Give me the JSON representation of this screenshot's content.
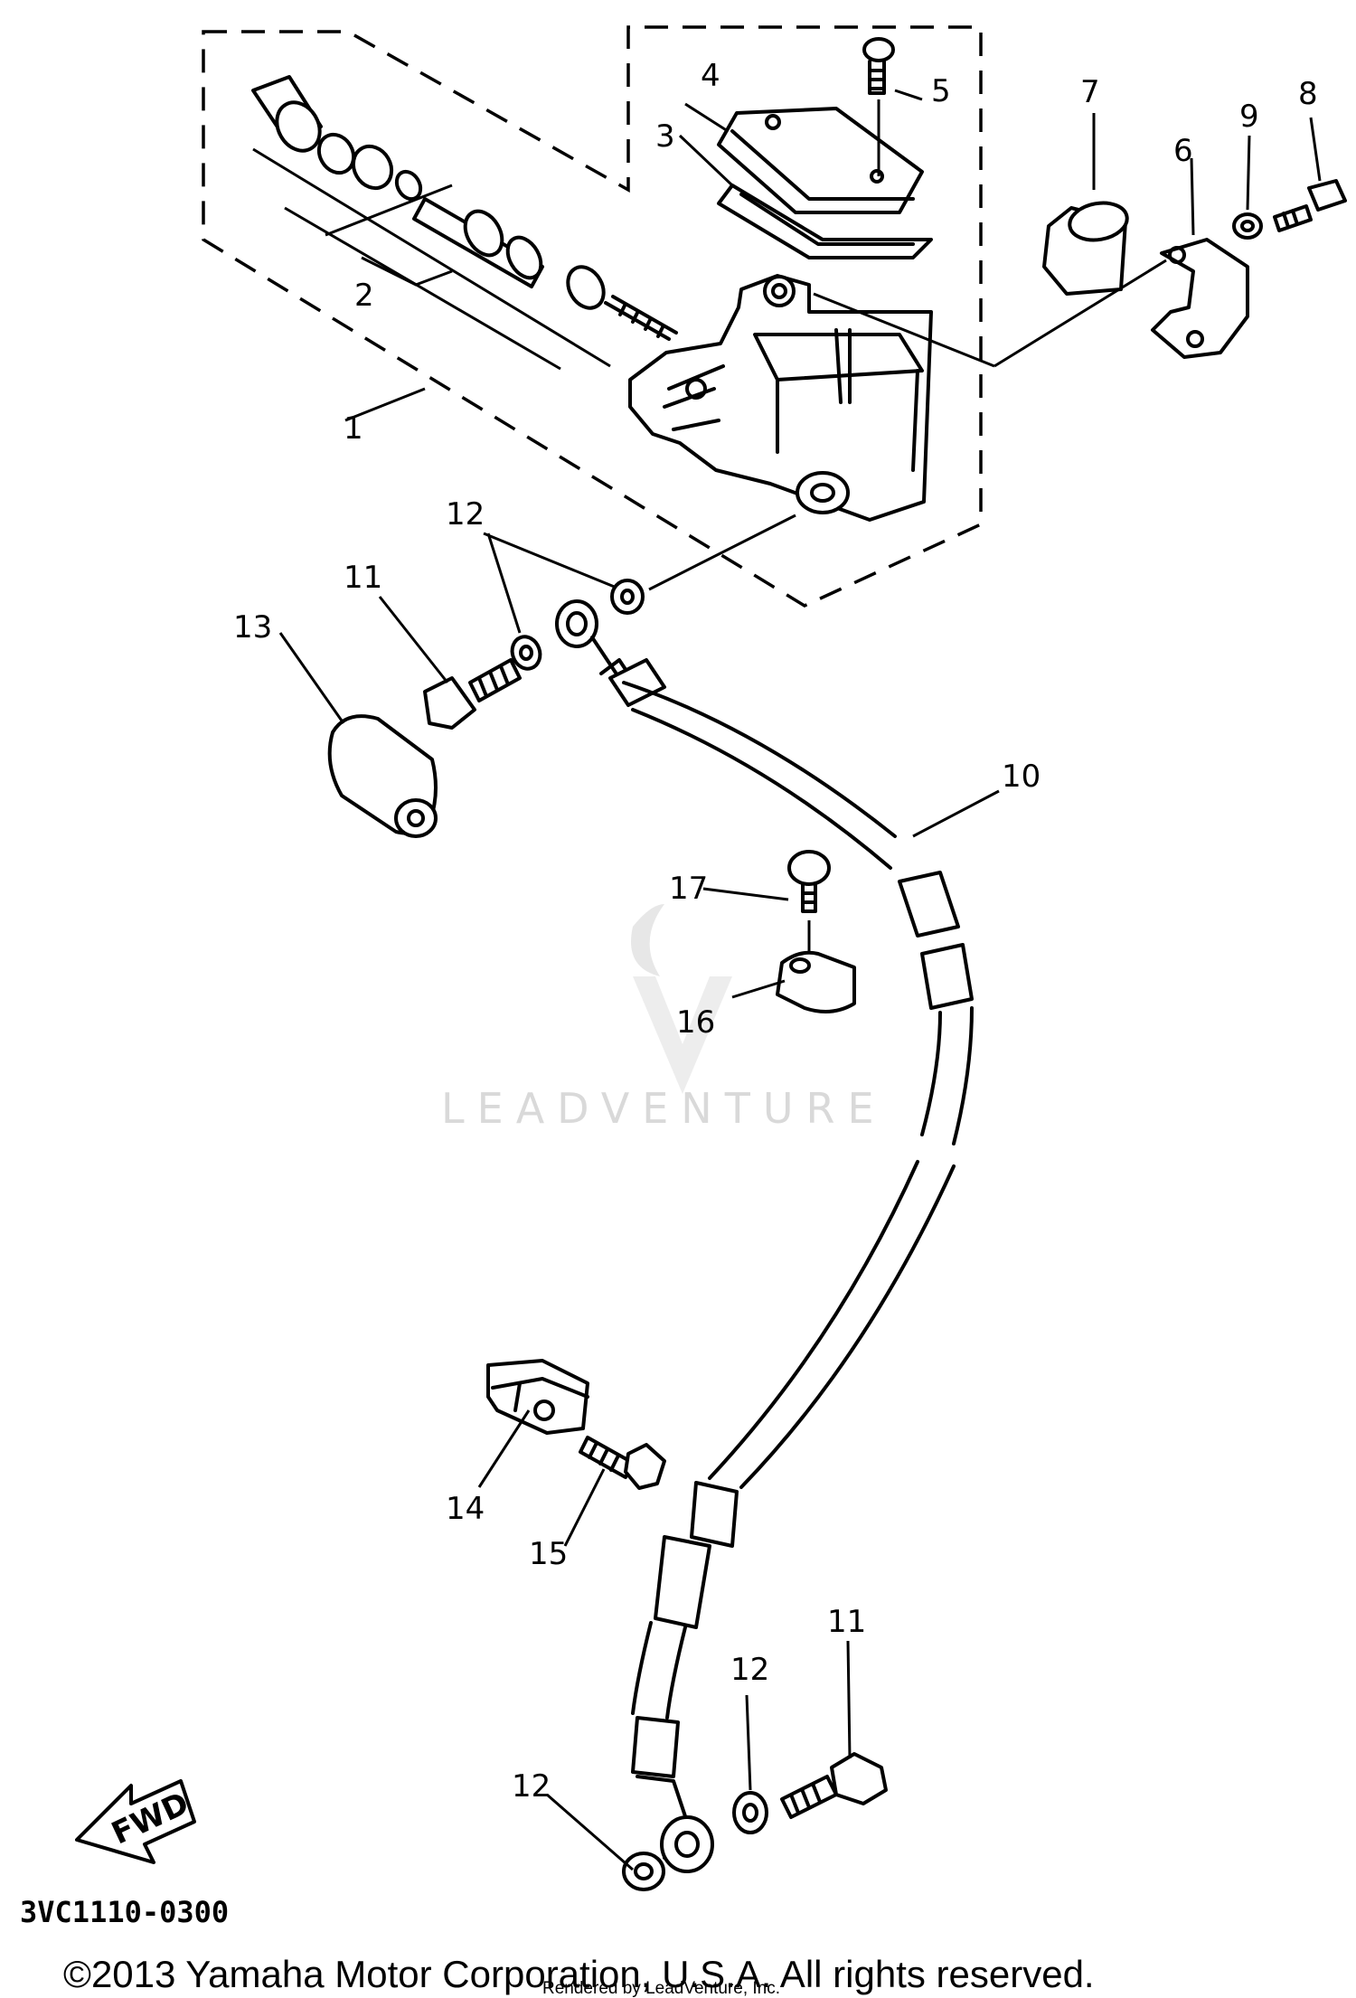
{
  "callouts": {
    "c1": "1",
    "c2": "2",
    "c3": "3",
    "c4": "4",
    "c5": "5",
    "c6": "6",
    "c7": "7",
    "c8": "8",
    "c9": "9",
    "c10": "10",
    "c11a": "11",
    "c11b": "11",
    "c12a": "12",
    "c12b": "12",
    "c12c": "12",
    "c13": "13",
    "c14": "14",
    "c15": "15",
    "c16": "16",
    "c17": "17"
  },
  "fwd_label": "FWD",
  "diagram_code": "3VC1110-0300",
  "watermark": "LEADVENTURE",
  "copyright": "©2013 Yamaha Motor Corporation, U.S.A. All rights reserved.",
  "rendered_by": "Rendered by LeadVenture, Inc."
}
